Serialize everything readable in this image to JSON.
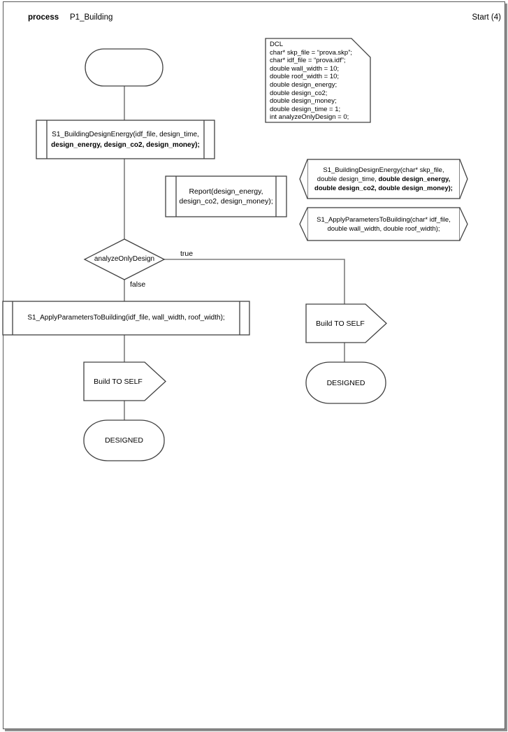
{
  "colors": {
    "line": "#7d7d7d",
    "shape_border": "#404040",
    "page_border": "#5a5a5a",
    "page_shadow": "#8f8f8f",
    "text": "#000000",
    "background": "#ffffff"
  },
  "header": {
    "type_label": "process",
    "diagram_name": "P1_Building",
    "page_label": "Start (4)"
  },
  "dcl_note": {
    "lines": [
      "DCL",
      "char* skp_file = “prova.skp”;",
      "char* idf_file = “prova.idf”;",
      "double wall_width = 10;",
      "double roof_width = 10;",
      "double design_energy;",
      "double design_co2;",
      "double design_money;",
      "double design_time = 1;",
      "int analyzeOnlyDesign = 0;"
    ]
  },
  "nodes": {
    "call_building_design_energy": {
      "line1": "S1_BuildingDesignEnergy(idf_file, design_time,",
      "line2": "design_energy, design_co2, design_money);"
    },
    "report": {
      "line1": "Report(design_energy,",
      "line2": "design_co2, design_money);"
    },
    "decl_building_design_energy": {
      "line1": "S1_BuildingDesignEnergy(char* skp_file,",
      "line2a": "double design_time, ",
      "line2b": "double design_energy,",
      "line3": "double design_co2, double design_money);"
    },
    "decl_apply_parameters": {
      "line1": "S1_ApplyParametersToBuilding(char* idf_file,",
      "line2": "double wall_width, double roof_width);"
    },
    "decision": {
      "label": "analyzeOnlyDesign"
    },
    "apply_parameters": {
      "label": "S1_ApplyParametersToBuilding(idf_file, wall_width, roof_width);"
    },
    "build_to_self_left": {
      "label": "Build TO SELF"
    },
    "build_to_self_right": {
      "label": "Build TO SELF"
    },
    "designed_left": {
      "label": "DESIGNED"
    },
    "designed_right": {
      "label": "DESIGNED"
    }
  },
  "edges": {
    "true_label": "true",
    "false_label": "false"
  }
}
